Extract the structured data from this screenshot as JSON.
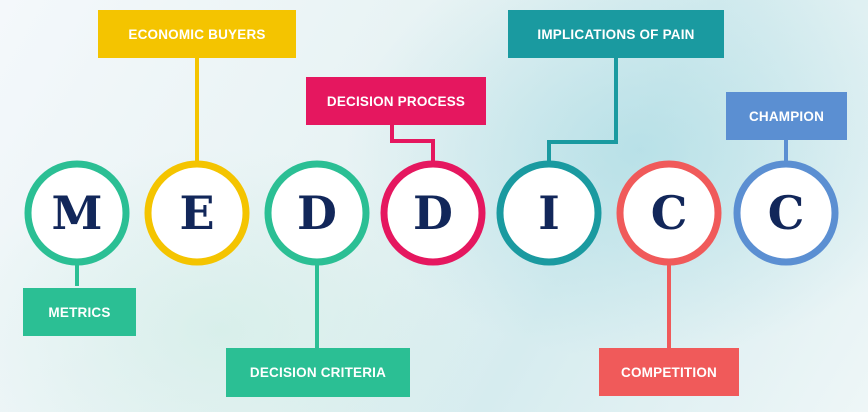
{
  "items": [
    {
      "letter": "M",
      "label": "METRICS",
      "color": "#2bbf94",
      "position": "below"
    },
    {
      "letter": "E",
      "label": "ECONOMIC BUYERS",
      "color": "#f4c400",
      "position": "above"
    },
    {
      "letter": "D",
      "label": "DECISION CRITERIA",
      "color": "#2bbf94",
      "position": "below"
    },
    {
      "letter": "D",
      "label": "DECISION PROCESS",
      "color": "#e5175f",
      "position": "above"
    },
    {
      "letter": "I",
      "label": "IMPLICATIONS OF PAIN",
      "color": "#1a9aa0",
      "position": "above"
    },
    {
      "letter": "C",
      "label": "COMPETITION",
      "color": "#f05a5a",
      "position": "below"
    },
    {
      "letter": "C",
      "label": "CHAMPION",
      "color": "#5b8fd2",
      "position": "above"
    }
  ]
}
